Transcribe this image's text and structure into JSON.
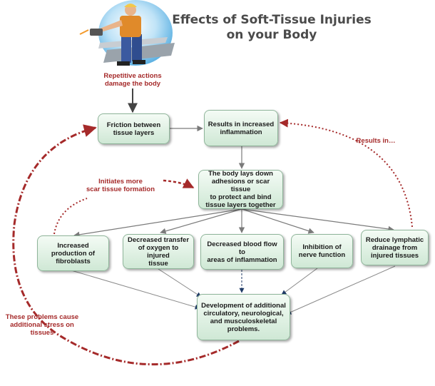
{
  "title": {
    "line1": "Effects of Soft-Tissue Injuries",
    "line2": "on your Body"
  },
  "illustration": {
    "icon": "worker-with-grinder-icon"
  },
  "notes": {
    "repetitive": [
      "Repetitive actions",
      "damage the body"
    ],
    "initiates": [
      "Initiates more",
      "scar tissue formation"
    ],
    "results_in": [
      "Results in…"
    ],
    "problems": [
      "These problems cause",
      "additional stress on",
      "tissues"
    ]
  },
  "boxes": {
    "friction": [
      "Friction between",
      "tissue layers"
    ],
    "inflammation": [
      "Results in increased",
      "inflammation"
    ],
    "adhesions": [
      "The body lays down",
      "adhesions or scar tissue",
      "to protect and bind",
      "tissue layers together"
    ],
    "fibroblasts": [
      "Increased",
      "production of",
      "fibroblasts"
    ],
    "oxygen": [
      "Decreased transfer",
      "of oxygen to injured",
      "tissue"
    ],
    "blood_flow": [
      "Decreased blood flow to",
      "areas of inflammation"
    ],
    "nerve": [
      "Inhibition of",
      "nerve function"
    ],
    "lymphatic": [
      "Reduce lymphatic",
      "drainage from",
      "injured tissues"
    ],
    "development": [
      "Development of additional",
      "circulatory, neurological,",
      "and musculoskeletal",
      "problems."
    ]
  },
  "colors": {
    "note_red": "#a52a2a",
    "box_border": "#8fb59a",
    "arrow_gray": "#7a7a7a",
    "arrow_blue": "#1f3a66"
  }
}
